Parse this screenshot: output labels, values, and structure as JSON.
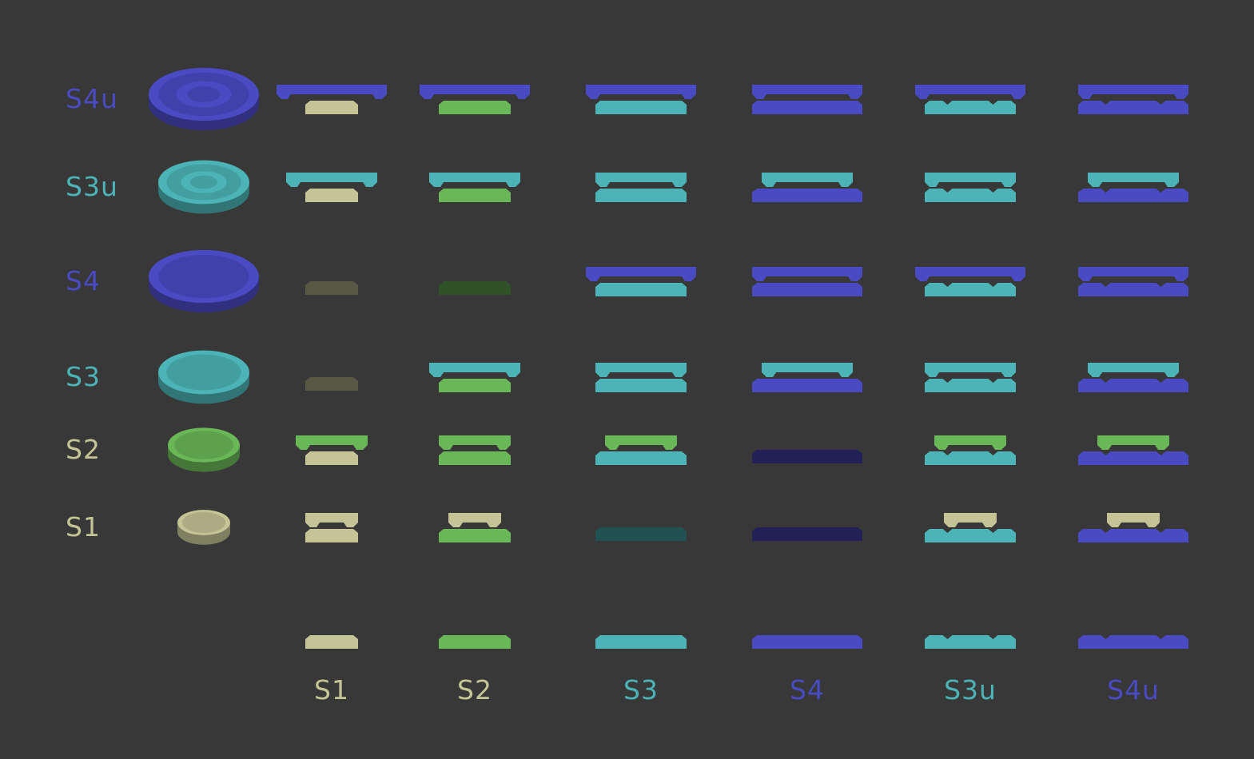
{
  "colors": {
    "S1": "#c4c496",
    "S2": "#6ab758",
    "S3": "#4cb4b6",
    "S4": "#4a4ac2",
    "S3u": "#4cb4b6",
    "S4u": "#4a4ac2",
    "background": "#383838"
  },
  "label_colors": {
    "S1": "#c4c496",
    "S2": "#c4c496",
    "S3": "#4cb4b6",
    "S4": "#4a4ac2",
    "S3u": "#4cb4b6",
    "S4u": "#4a4ac2"
  },
  "rows": [
    {
      "label": "S4u",
      "cells": [
        "S4u/S1",
        "S4u/S2",
        "S4u/S3",
        "S4u/S4",
        "S4u/S3u",
        "S4u/S4u"
      ]
    },
    {
      "label": "S3u",
      "cells": [
        "S3u/S1",
        "S3u/S2",
        "S3u/S3",
        "S3u/S4",
        "S3u/S3u",
        "S3u/S4u"
      ]
    },
    {
      "label": "S4",
      "cells": [
        "dim",
        "dim",
        "S4/S3",
        "S4/S4",
        "S4/S3u",
        "S4/S4u"
      ]
    },
    {
      "label": "S3",
      "cells": [
        "dim",
        "S3/S2",
        "S3/S3",
        "S3/S4",
        "S3/S3u",
        "S3/S4u"
      ]
    },
    {
      "label": "S2",
      "cells": [
        "S2/S1",
        "S2/S2",
        "S2/S3",
        "dim",
        "S2/S3u",
        "S2/S4u"
      ]
    },
    {
      "label": "S1",
      "cells": [
        "S1/S1",
        "S1/S2",
        "dim",
        "dim",
        "S1/S3u",
        "S1/S4u"
      ]
    }
  ],
  "columns": [
    {
      "label": "S1"
    },
    {
      "label": "S2"
    },
    {
      "label": "S3"
    },
    {
      "label": "S4"
    },
    {
      "label": "S3u"
    },
    {
      "label": "S4u"
    }
  ],
  "pieces": {
    "S1": {
      "kind": "plain",
      "rings": 1
    },
    "S2": {
      "kind": "plain",
      "rings": 1
    },
    "S3": {
      "kind": "plain",
      "rings": 1
    },
    "S4": {
      "kind": "plain",
      "rings": 1
    },
    "S3u": {
      "kind": "universal",
      "rings": 2
    },
    "S4u": {
      "kind": "universal",
      "rings": 2
    }
  }
}
